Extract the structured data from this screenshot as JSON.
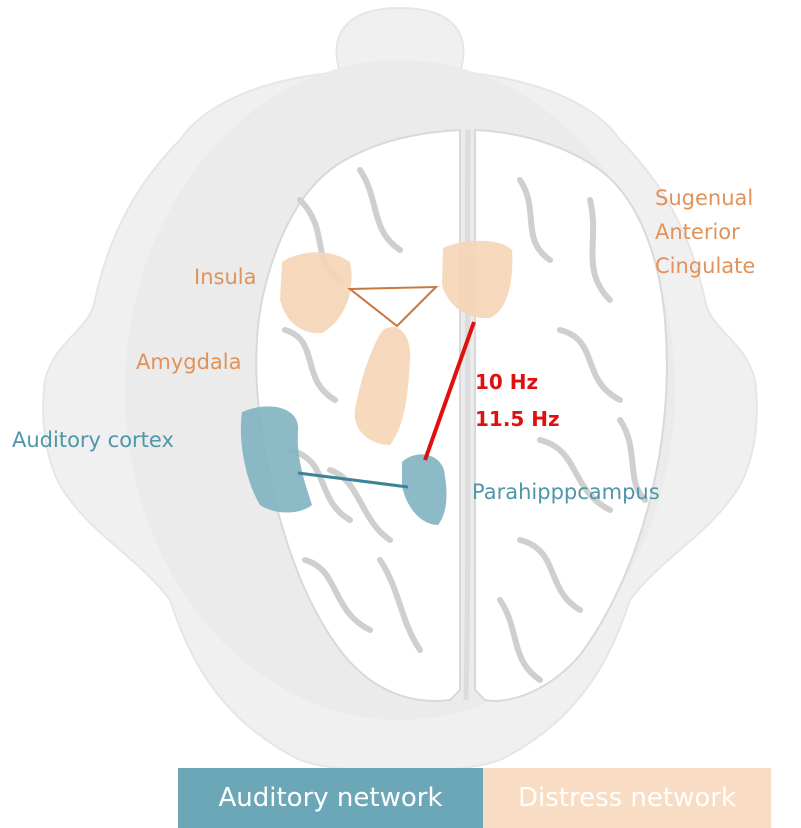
{
  "labels": {
    "insula": "Insula",
    "amygdala": "Amygdala",
    "auditory_cortex": "Auditory cortex",
    "parahippocampus": "Parahipppcampus",
    "subgenual": [
      "Sugenual",
      "Anterior",
      "Cingulate"
    ],
    "freq1": "10 Hz",
    "freq2": "11.5 Hz"
  },
  "legend": {
    "auditory": "Auditory network",
    "distress": "Distress network"
  },
  "colors": {
    "auditory": "#6ca7b7",
    "distress": "#f8dcc3",
    "distress_text": "#e0925a",
    "auditory_text": "#4f96a8",
    "frequency": "#e01010"
  }
}
